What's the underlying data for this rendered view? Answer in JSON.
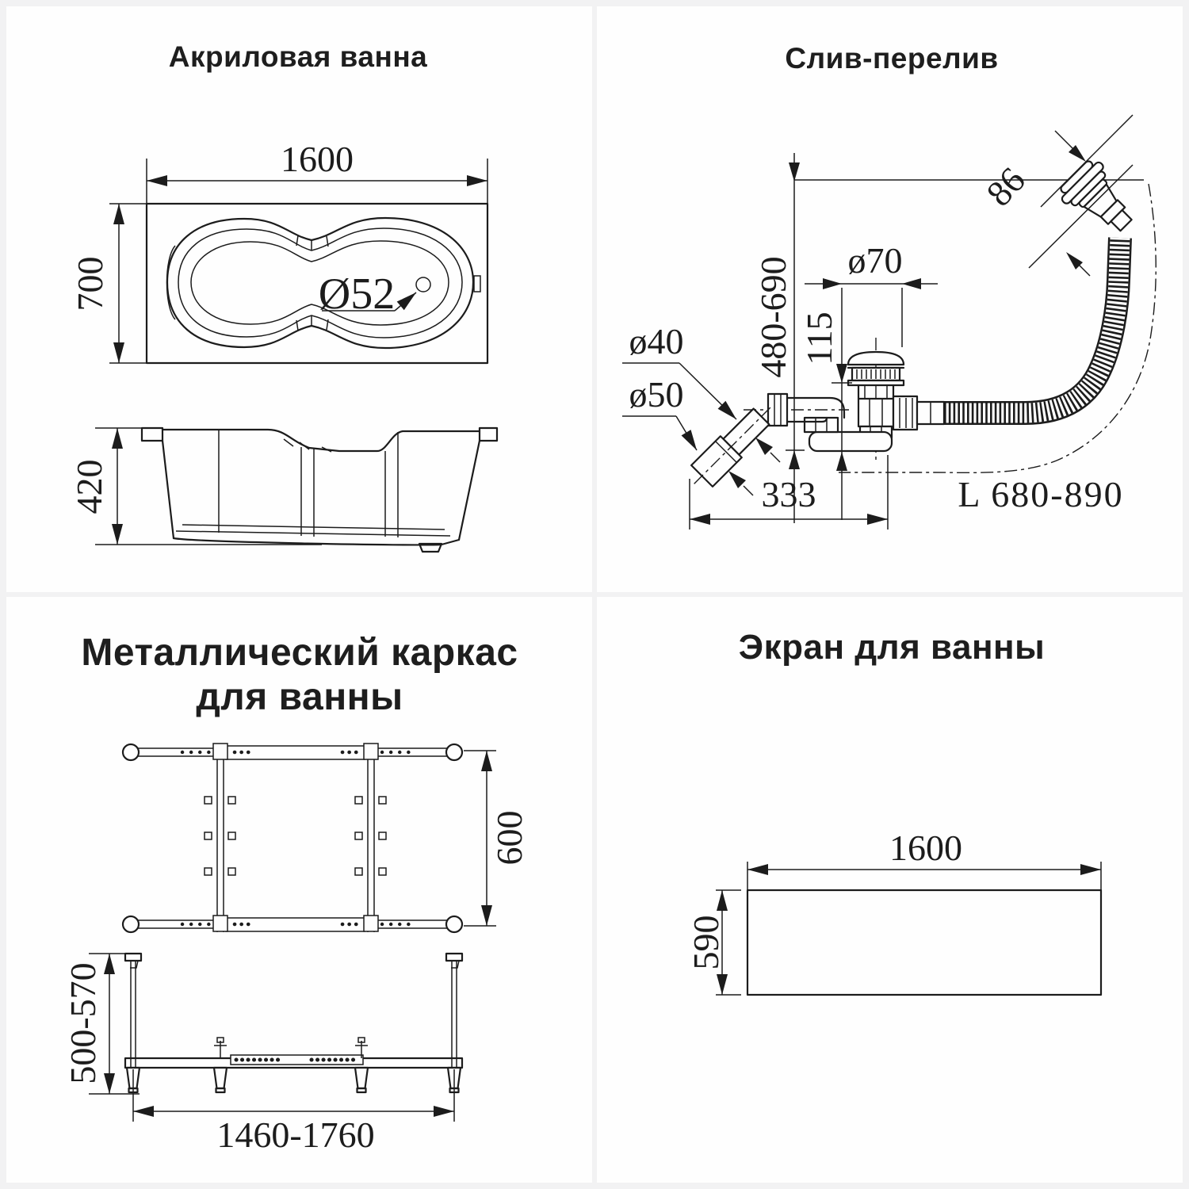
{
  "colors": {
    "background": "#f2f2f3",
    "panel": "#fefefe",
    "line": "#1c1c1c"
  },
  "panels": {
    "bathtub": {
      "title": "Акриловая ванна",
      "labels": {
        "length": "1600",
        "width": "700",
        "height": "420",
        "drain_diameter": "Ø52"
      }
    },
    "drain_overflow": {
      "title": "Слив-перелив",
      "labels": {
        "install_height": "480-690",
        "overflow_depth": "86",
        "drain_top": "ø70",
        "body_height": "115",
        "pipe_d40": "ø40",
        "pipe_d50": "ø50",
        "horizontal_offset": "333",
        "hose_length": "L 680-890"
      }
    },
    "frame": {
      "title_line1": "Металлический каркас",
      "title_line2": "для ванны",
      "labels": {
        "depth": "600",
        "height_range": "500-570",
        "length_range": "1460-1760"
      }
    },
    "screen": {
      "title": "Экран для ванны",
      "labels": {
        "length": "1600",
        "height": "590"
      }
    }
  }
}
